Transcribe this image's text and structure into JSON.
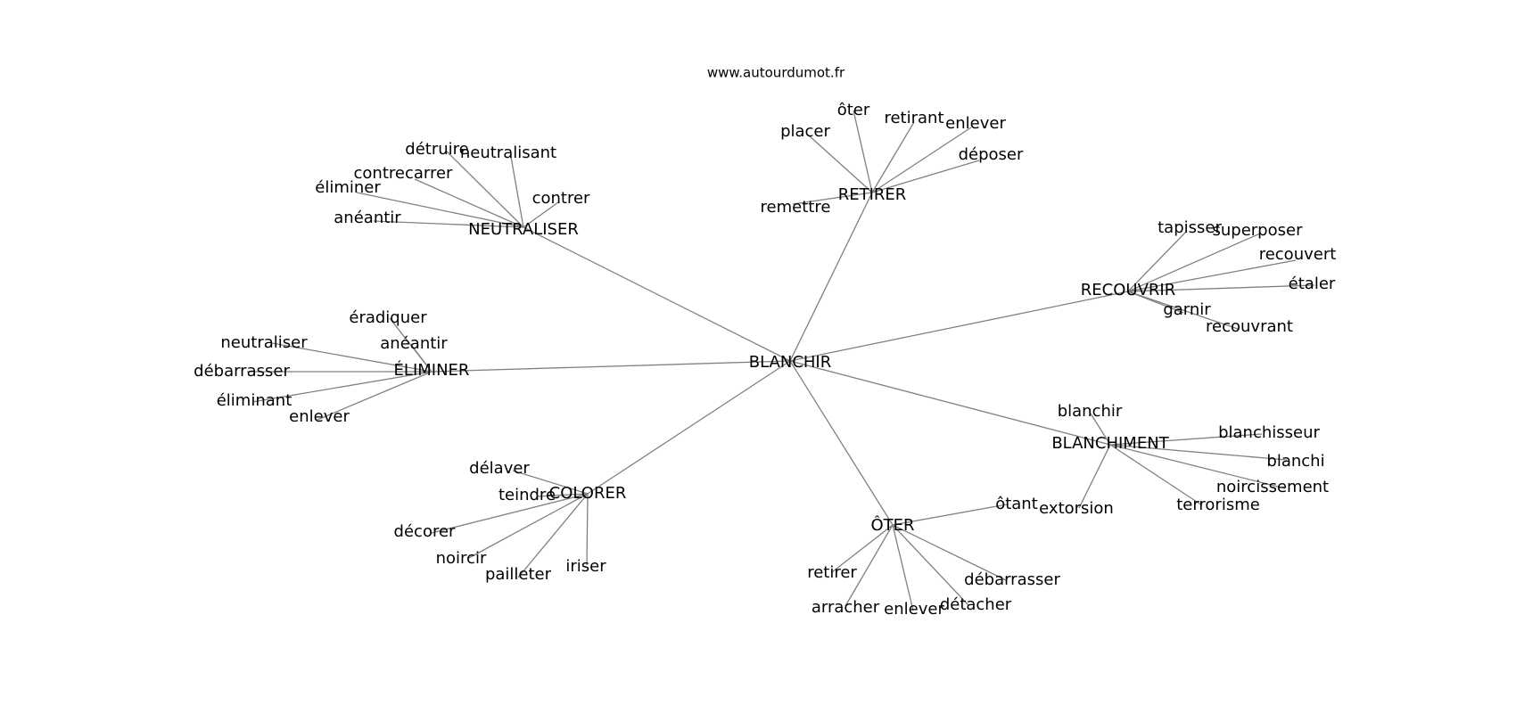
{
  "site": "www.autourdumot.fr",
  "graph": {
    "center": "BLANCHIR",
    "hubs": [
      {
        "label": "RETIRER",
        "leaves": [
          "ôter",
          "placer",
          "retirant",
          "enlever",
          "déposer",
          "remettre"
        ]
      },
      {
        "label": "NEUTRALISER",
        "leaves": [
          "détruire",
          "neutralisant",
          "contrecarrer",
          "éliminer",
          "contrer",
          "anéantir"
        ]
      },
      {
        "label": "RECOUVRIR",
        "leaves": [
          "tapisser",
          "superposer",
          "recouvert",
          "étaler",
          "garnir",
          "recouvrant"
        ]
      },
      {
        "label": "ÉLIMINER",
        "leaves": [
          "éradiquer",
          "neutraliser",
          "anéantir",
          "débarrasser",
          "éliminant",
          "enlever"
        ]
      },
      {
        "label": "BLANCHIMENT",
        "leaves": [
          "blanchir",
          "blanchisseur",
          "blanchi",
          "noircissement",
          "terrorisme",
          "extorsion"
        ]
      },
      {
        "label": "COLORER",
        "leaves": [
          "délaver",
          "teindre",
          "décorer",
          "noircir",
          "pailleter",
          "iriser"
        ]
      },
      {
        "label": "ÔTER",
        "leaves": [
          "ôtant",
          "retirer",
          "débarrasser",
          "arracher",
          "enlever",
          "détacher"
        ]
      }
    ]
  }
}
